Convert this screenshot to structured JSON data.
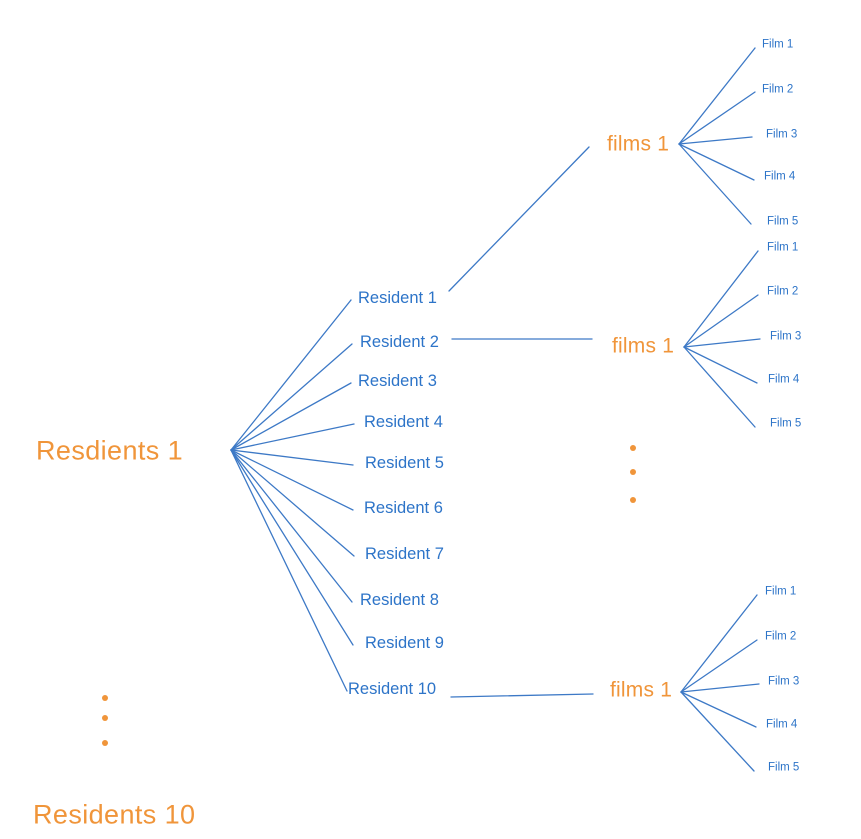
{
  "colors": {
    "orange": "#F0953A",
    "blue": "#2D74C8",
    "line": "#3D79C6",
    "background": "#FFFFFF"
  },
  "diagram": {
    "root_top": {
      "label": "Resdients 1"
    },
    "root_bottom": {
      "label": "Residents 10"
    },
    "residents": [
      {
        "label": "Resident 1"
      },
      {
        "label": "Resident 2"
      },
      {
        "label": "Resident 3"
      },
      {
        "label": "Resident 4"
      },
      {
        "label": "Resident 5"
      },
      {
        "label": "Resident 6"
      },
      {
        "label": "Resident 7"
      },
      {
        "label": "Resident 8"
      },
      {
        "label": "Resident 9"
      },
      {
        "label": "Resident 10"
      }
    ],
    "film_clusters": [
      {
        "label": "films 1",
        "films": [
          {
            "label": "Film 1"
          },
          {
            "label": "Film 2"
          },
          {
            "label": "Film 3"
          },
          {
            "label": "Film 4"
          },
          {
            "label": "Film 5"
          }
        ]
      },
      {
        "label": "films 1",
        "films": [
          {
            "label": "Film 1"
          },
          {
            "label": "Film 2"
          },
          {
            "label": "Film 3"
          },
          {
            "label": "Film 4"
          },
          {
            "label": "Film 5"
          }
        ]
      },
      {
        "label": "films 1",
        "films": [
          {
            "label": "Film 1"
          },
          {
            "label": "Film 2"
          },
          {
            "label": "Film 3"
          },
          {
            "label": "Film 4"
          },
          {
            "label": "Film 5"
          }
        ]
      }
    ]
  }
}
